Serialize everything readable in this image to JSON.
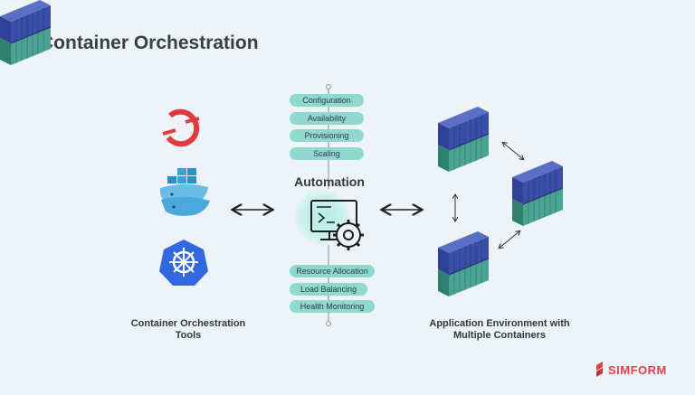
{
  "title": "Container Orchestration",
  "automation": {
    "heading": "Automation",
    "top_items": [
      "Configuration",
      "Availability",
      "Provisioning",
      "Scaling"
    ],
    "bottom_items": [
      "Resource Allocation",
      "Load Balancing",
      "Health Monitoring"
    ]
  },
  "tools": {
    "caption_line1": "Container Orchestration",
    "caption_line2": "Tools",
    "icons": [
      "openshift-icon",
      "docker-icon",
      "kubernetes-icon"
    ]
  },
  "environment": {
    "caption_line1": "Application Environment with",
    "caption_line2": "Multiple Containers"
  },
  "brand": {
    "name": "SIMFORM",
    "color": "#e8414b"
  },
  "colors": {
    "accent": "#8fd9cf",
    "container_blue": "#3a4fa8",
    "container_teal": "#4aa393"
  }
}
